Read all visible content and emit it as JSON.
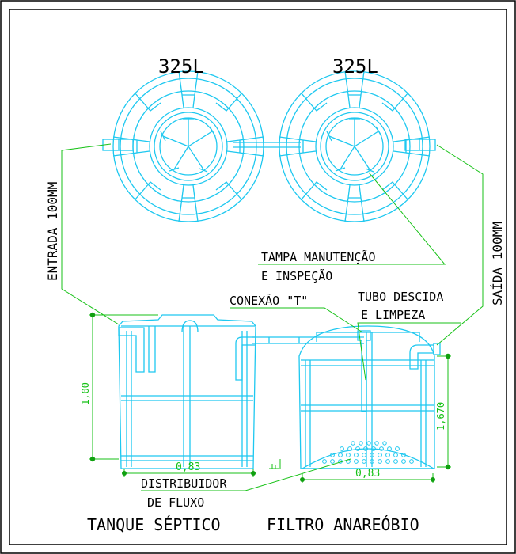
{
  "tank_capacity_left": "325L",
  "tank_capacity_right": "325L",
  "labels": {
    "entrada": "ENTRADA 100MM",
    "saida": "SAÍDA 100MM",
    "tampa_line1": "TAMPA MANUTENÇÃO",
    "tampa_line2": "E INSPEÇÃO",
    "conexao": "CONEXÃO \"T\"",
    "tubo_line1": "TUBO DESCIDA",
    "tubo_line2": "E LIMPEZA",
    "distribuidor_line1": "DISTRIBUIDOR",
    "distribuidor_line2": "DE FLUXO"
  },
  "dimensions": {
    "left_height": "1,00",
    "right_height": "1,670",
    "left_width": "0,83",
    "right_width": "0,83"
  },
  "captions": {
    "left": "TANQUE SÉPTICO",
    "right": "FILTRO ANAREÓBIO"
  },
  "colors": {
    "tank": "#1ec8f0",
    "leader": "#17c217",
    "text": "#000000",
    "border": "#000000",
    "dim_dot": "#0fa00f"
  }
}
